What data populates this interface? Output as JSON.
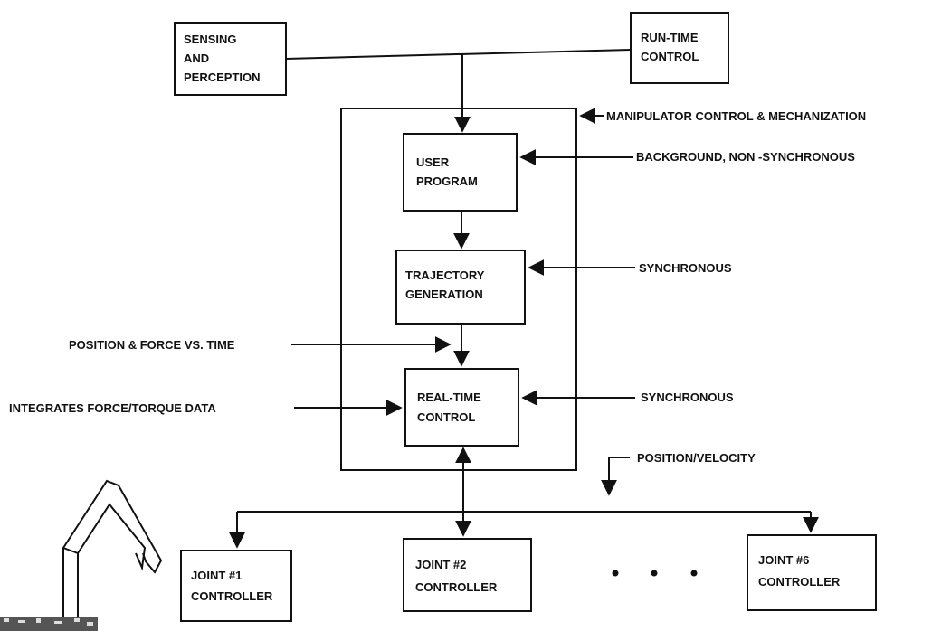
{
  "boxes": {
    "sensing": [
      "SENSING",
      "AND",
      "PERCEPTION"
    ],
    "runtime": [
      "RUN-TIME",
      "CONTROL"
    ],
    "user_program": [
      "USER",
      "PROGRAM"
    ],
    "trajectory": [
      "TRAJECTORY",
      "GENERATION"
    ],
    "realtime": [
      "REAL-TIME",
      "CONTROL"
    ],
    "joint1": [
      "JOINT #1",
      "CONTROLLER"
    ],
    "joint2": [
      "JOINT #2",
      "CONTROLLER"
    ],
    "joint6": [
      "JOINT #6",
      "CONTROLLER"
    ]
  },
  "labels": {
    "manipulator": "MANIPULATOR CONTROL & MECHANIZATION",
    "background": "BACKGROUND, NON -SYNCHRONOUS",
    "synchronous_1": "SYNCHRONOUS",
    "synchronous_2": "SYNCHRONOUS",
    "position_force": "POSITION & FORCE VS. TIME",
    "integrates": "INTEGRATES FORCE/TORQUE DATA",
    "position_velocity": "POSITION/VELOCITY"
  },
  "colors": {
    "ink": "#111111",
    "background": "#ffffff"
  }
}
